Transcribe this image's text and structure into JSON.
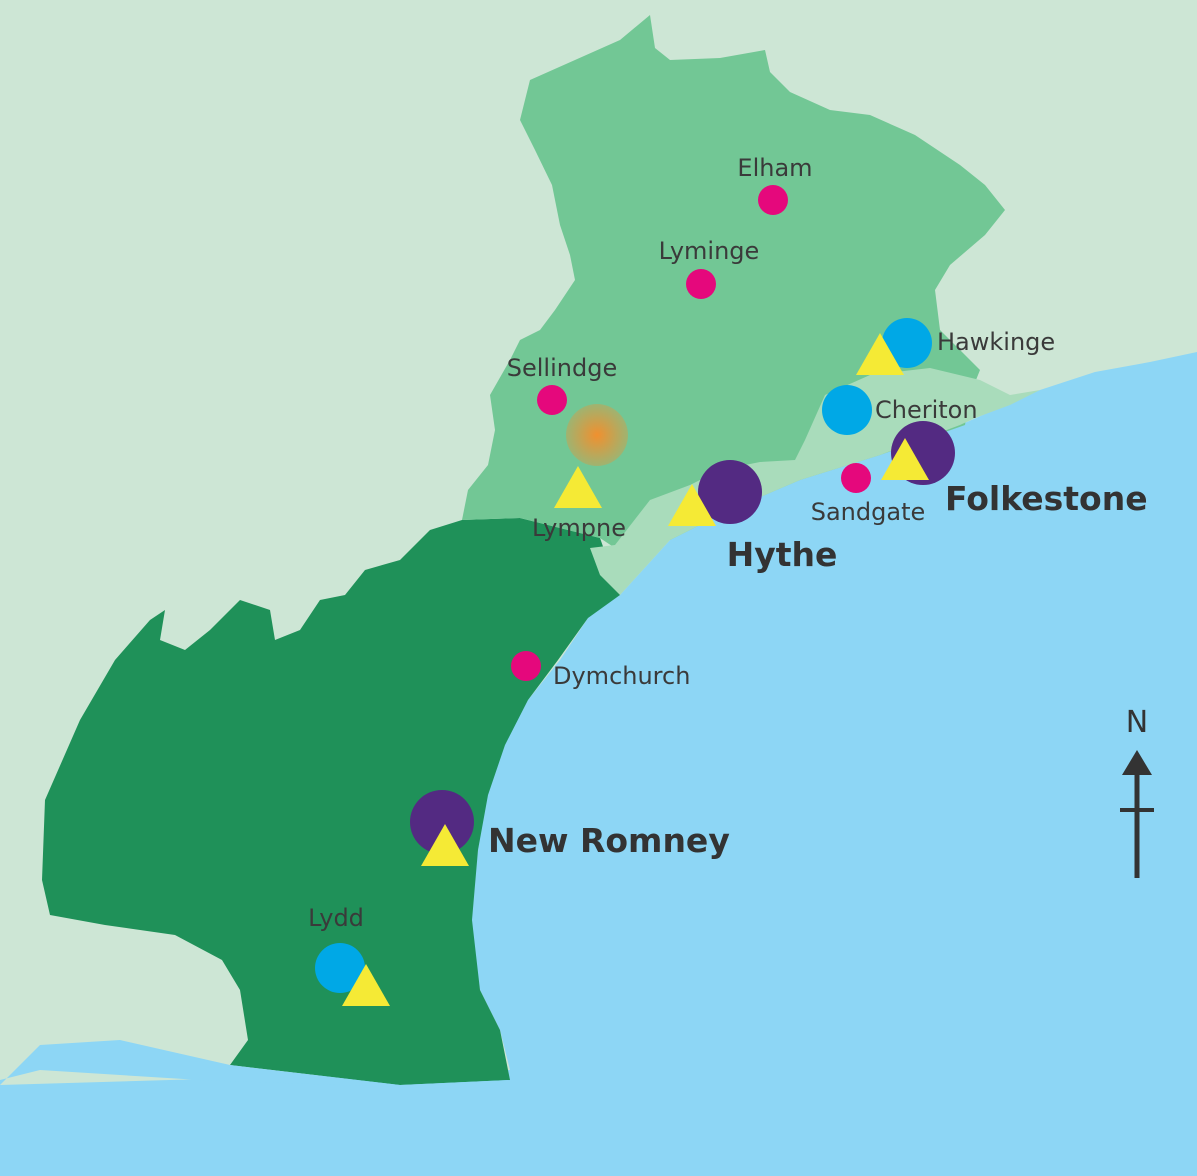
{
  "colors": {
    "outside_land": "#cde6d5",
    "sea": "#8dd6f5",
    "district_north": "#72c795",
    "district_urban": "#a9dcbb",
    "district_marsh": "#1f9159",
    "dot_pink": "#e5087c",
    "circle_blue": "#00a8e6",
    "circle_purple": "#532a82",
    "triangle_yellow": "#f5ea35",
    "airport_orange": "#f0902f",
    "north_arrow": "#333333"
  },
  "places": [
    {
      "name": "Elham"
    },
    {
      "name": "Lyminge"
    },
    {
      "name": "Sellindge"
    },
    {
      "name": "Lympne"
    },
    {
      "name": "Hawkinge"
    },
    {
      "name": "Cheriton"
    },
    {
      "name": "Sandgate"
    },
    {
      "name": "Folkestone"
    },
    {
      "name": "Hythe"
    },
    {
      "name": "Dymchurch"
    },
    {
      "name": "New Romney"
    },
    {
      "name": "Lydd"
    }
  ],
  "north_arrow": {
    "label": "N"
  }
}
